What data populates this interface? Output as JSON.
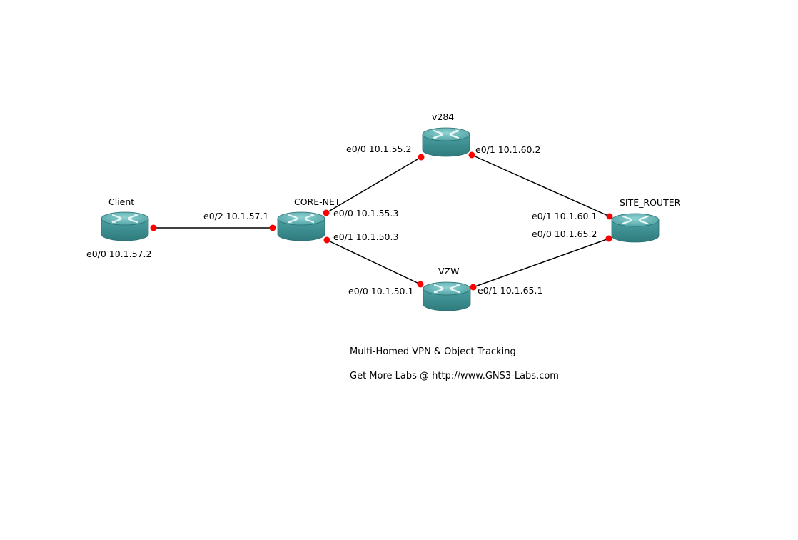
{
  "routers": {
    "client": {
      "name": "Client"
    },
    "core": {
      "name": "CORE-NET"
    },
    "v284": {
      "name": "v284"
    },
    "vzw": {
      "name": "VZW"
    },
    "site": {
      "name": "SITE_ROUTER"
    }
  },
  "interfaces": {
    "client_e00": "e0/0 10.1.57.2",
    "core_e02": "e0/2 10.1.57.1",
    "core_e00": "e0/0 10.1.55.3",
    "core_e01": "e0/1 10.1.50.3",
    "v284_e00": "e0/0 10.1.55.2",
    "v284_e01": "e0/1 10.1.60.2",
    "vzw_e00": "e0/0 10.1.50.1",
    "vzw_e01": "e0/1 10.1.65.1",
    "site_e01": "e0/1 10.1.60.1",
    "site_e00": "e0/0 10.1.65.2"
  },
  "notes": {
    "title": "Multi-Homed VPN & Object Tracking",
    "link": "Get More Labs @ http://www.GNS3-Labs.com"
  },
  "colors": {
    "router_body": "#3c8d8f",
    "router_top": "#5fb3b3",
    "link_dot": "#ff0000",
    "link_line": "#000000"
  },
  "icon": "router-icon"
}
